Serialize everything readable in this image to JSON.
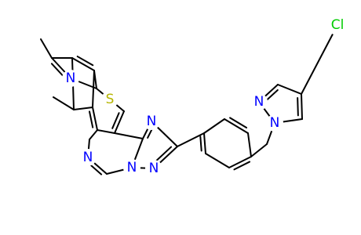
{
  "structure": {
    "atoms": [
      {
        "id": "n_pyr",
        "text": "N",
        "color": "#0000ff"
      },
      {
        "id": "s_thio",
        "text": "S",
        "color": "#b5b500"
      },
      {
        "id": "n_trz_top",
        "text": "N",
        "color": "#0000ff"
      },
      {
        "id": "n_pyrim",
        "text": "N",
        "color": "#0000ff"
      },
      {
        "id": "n_trz_fused",
        "text": "N",
        "color": "#0000ff"
      },
      {
        "id": "n_trz_bot",
        "text": "N",
        "color": "#0000ff"
      },
      {
        "id": "n_pz_2",
        "text": "N",
        "color": "#0000ff"
      },
      {
        "id": "n_pz_1",
        "text": "N",
        "color": "#0000ff"
      },
      {
        "id": "cl",
        "text": "Cl",
        "color": "#00cc00"
      }
    ]
  }
}
